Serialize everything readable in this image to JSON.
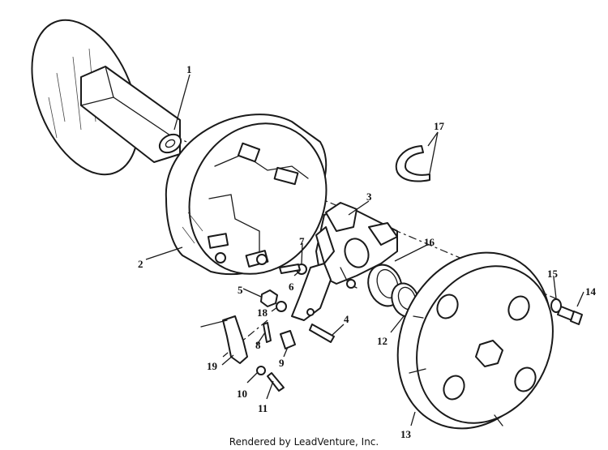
{
  "diagram": {
    "callouts": [
      "1",
      "2",
      "3",
      "4",
      "5",
      "6",
      "7",
      "8",
      "9",
      "10",
      "11",
      "12",
      "13",
      "14",
      "15",
      "16",
      "17",
      "18",
      "19"
    ]
  },
  "footer": {
    "text": "Rendered by LeadVenture, Inc."
  },
  "colors": {
    "ink": "#1a1a1a",
    "background": "#ffffff"
  }
}
